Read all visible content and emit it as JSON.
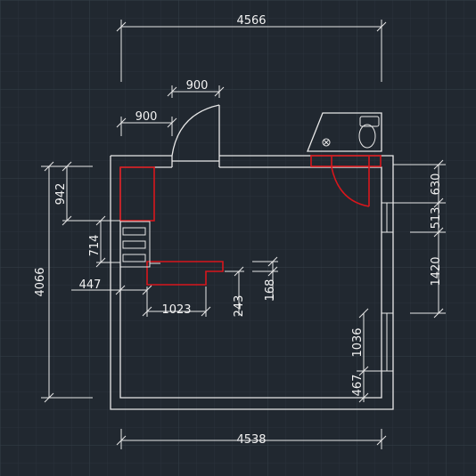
{
  "drawing": {
    "background": "#212830",
    "grid_minor": "#2a323b",
    "grid_major": "#353f49",
    "line_color": "#e8e8e8",
    "highlight_color": "#d8161c"
  },
  "dimensions": {
    "total_top_width": "4566",
    "door_top_width": "900",
    "door_left_width": "900",
    "total_bottom_width": "4538",
    "total_left_height": "4066",
    "left_upper": "942",
    "left_mid": "714",
    "left_step": "447",
    "counter_length": "1023",
    "counter_depth_a": "243",
    "counter_depth_b": "168",
    "right_top": "630",
    "right_mid": "513",
    "right_window": "1420",
    "right_lower": "1036",
    "right_bottom": "467"
  },
  "icons": {
    "toilet": "toilet-icon",
    "basin_drain": "drain-icon"
  }
}
